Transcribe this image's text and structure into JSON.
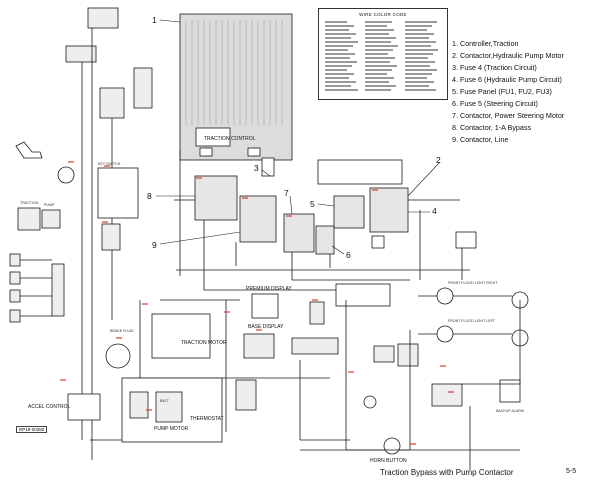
{
  "wire_color_code": {
    "title": "WIRE COLOR CODE"
  },
  "legend": [
    "1. Controller,Traction",
    "2. Contactor,Hydraulic Pump Motor",
    "3. Fuse 4 (Traction Circuit)",
    "4. Fuse 6 (Hydraulic Pump Circuit)",
    "5. Fuse Panel (FU1, FU2, FU3)",
    "6. Fuse 5 (Steering Circuit)",
    "7. Contactor, Power Steering Motor",
    "8. Contactor, 1-A Bypass",
    "9. Contactor, Line"
  ],
  "callouts": [
    "1",
    "2",
    "3",
    "4",
    "5",
    "6",
    "7",
    "8",
    "9"
  ],
  "component_labels": {
    "traction_control": "TRACTION CONTROL",
    "traction_motor": "TRACTION MOTOR",
    "pump_motor": "PUMP MOTOR",
    "premium_display": "PREMIUM DISPLAY",
    "base_display": "BASE DISPLAY",
    "thermostat": "THERMOSTAT",
    "accel_control": "ACCEL CONTROL",
    "horn_button": "HORN BUTTON",
    "front_flood_right": "FRONT FLOOD LIGHT RIGHT",
    "front_flood_left": "FRONT FLOOD LIGHT LEFT",
    "backup_alarm": "BACKUP ALARM",
    "traction_switch": "TRACTION",
    "pump_switch": "PUMP",
    "key_switch": "KEY SWITCH",
    "brake_fluid": "BRAKE FLUID",
    "batt": "BATT"
  },
  "figure_id": "RP19-00380",
  "caption": "Traction Bypass with Pump Contactor",
  "page_number": "5-5",
  "colors": {
    "wire": "#1a1a1a",
    "accent_red": "#d0473a",
    "connector": "#e8e8e8",
    "controller_fill": "#d9d9d9"
  }
}
